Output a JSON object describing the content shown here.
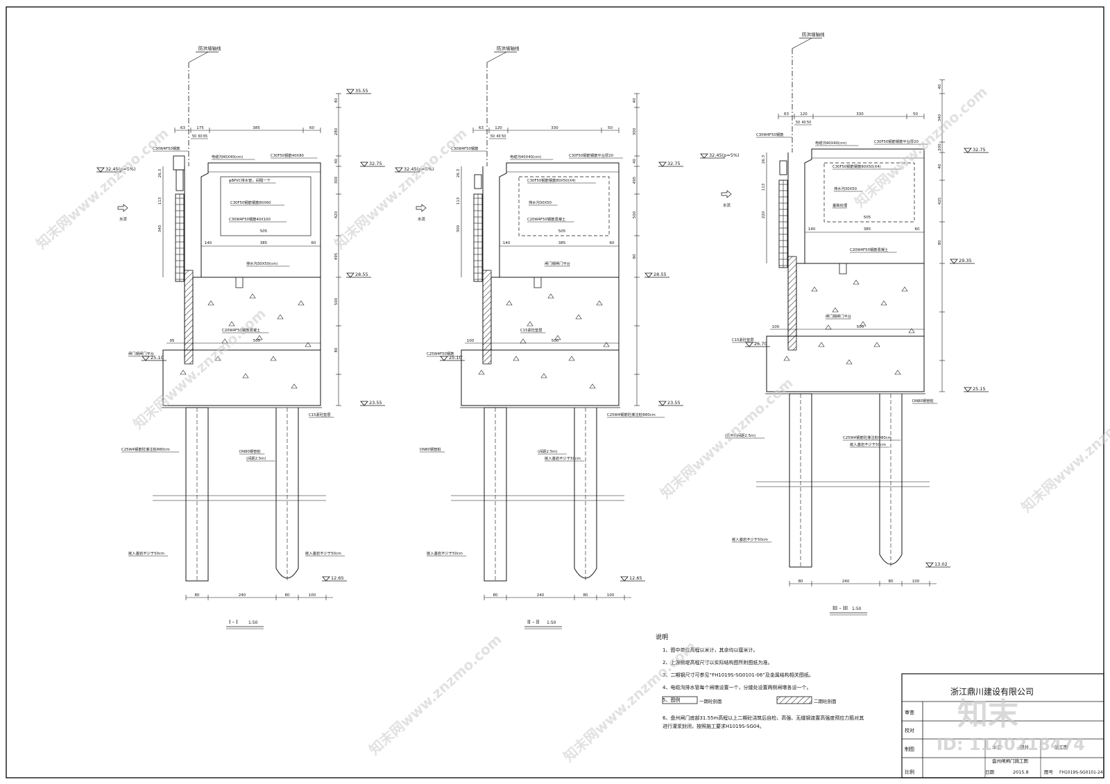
{
  "sections": [
    {
      "axis_label": "防洪墙轴线",
      "title": "I - I",
      "scale": "1:50",
      "elev_top": "35.55",
      "elev_deck": "32.75",
      "elev_water": "32.45(p=5%)",
      "elev_mid": "28.55",
      "elev_bottom": "23.55",
      "elev_platform": "25.10",
      "elev_pile": "12.65",
      "flow_label": "水流",
      "labels": [
        "C30W4F50钢筋",
        "电缆沟40X40(cm)",
        "C30F50钢筋40X80",
        "φ8PVC排水管，间隔一个",
        "C30F50钢筋钢筋80X60",
        "C30W4F50钢筋40X100",
        "排水沟30X50(cm)",
        "C20W4F50钢筋混凝土",
        "闸门钢闸门平台",
        "C15素砼垫层",
        "C25W4钢筋砼灌注桩Φ80cm",
        "DN80钢管桩",
        "(间距2.5m)",
        "嵌入基岩不少于50cm",
        "嵌入基岩不少于50cm"
      ],
      "dims_top": [
        "63",
        "175",
        "385",
        "60"
      ],
      "dims_top2": [
        "50",
        "60",
        "65"
      ],
      "dims_mid": [
        "505",
        "140",
        "385",
        "60"
      ],
      "dims_low": [
        "95",
        "505"
      ],
      "dims_left": [
        "340",
        "113",
        "26.3"
      ],
      "dims_right": [
        "40",
        "280",
        "40",
        "300",
        "420",
        "495",
        "500",
        "80"
      ],
      "dims_bottom": [
        "80",
        "240",
        "80",
        "100"
      ]
    },
    {
      "axis_label": "防洪墙轴线",
      "title": "II - II",
      "scale": "1:50",
      "elev_deck": "32.75",
      "elev_water": "32.45(p=5%)",
      "elev_mid": "28.55",
      "elev_bottom": "23.55",
      "elev_platform": "25.10",
      "elev_pile": "12.65",
      "flow_label": "水流",
      "labels": [
        "C30W4F50钢筋",
        "电缆沟40X40(cm)",
        "C30F50钢筋钢筋平台厚20",
        "C30F50钢筋钢筋80X50(X4)",
        "排水沟30X50",
        "C20W4F50钢筋混凝土",
        "闸门钢闸门平台",
        "C15素砼垫层",
        "C25W4F50钢筋",
        "C25W4钢筋砼灌注桩Φ80cm",
        "DN80钢管桩",
        "(间距2.5m)",
        "嵌入基岩不少于50cm",
        "嵌入基岩不少于50cm"
      ],
      "dims_top": [
        "63",
        "120",
        "330",
        "50"
      ],
      "dims_top2": [
        "50",
        "40",
        "50"
      ],
      "dims_mid": [
        "505",
        "140",
        "385",
        "60"
      ],
      "dims_low": [
        "100",
        "500"
      ],
      "dims_left": [
        "300",
        "113",
        "26.3"
      ],
      "dims_right": [
        "40",
        "300",
        "40",
        "495",
        "500",
        "80"
      ],
      "dims_bottom": [
        "80",
        "240",
        "80",
        "100"
      ]
    },
    {
      "axis_label": "防洪墙轴线",
      "title": "III - III",
      "scale": "1:50",
      "elev_deck": "32.75",
      "elev_water": "32.45(p=5%)",
      "elev_mid": "29.35",
      "elev_bottom": "25.15",
      "elev_platform": "26.70",
      "elev_pile": "13.02",
      "flow_label": "水流",
      "labels": [
        "C30W4F50钢筋",
        "电缆沟40X40(cm)",
        "C30F50钢筋钢筋平台厚20",
        "C30F50钢筋钢筋80X50(X4)",
        "排水沟30X50",
        "基础处理",
        "C20W4F50钢筋混凝土",
        "闸门钢闸门平台",
        "C15素砼垫层",
        "DN80钢管桩",
        "(孔平均间距2.5m)",
        "C25W4钢筋砼灌注桩Φ80cm",
        "嵌入基岩不少于50cm",
        "嵌入基岩不少于50cm"
      ],
      "dims_top": [
        "63",
        "120",
        "330",
        "50"
      ],
      "dims_top2": [
        "50",
        "40",
        "50"
      ],
      "dims_mid": [
        "505",
        "140",
        "385",
        "60"
      ],
      "dims_low": [
        "100",
        "500"
      ],
      "dims_left": [
        "220",
        "113",
        "26.3"
      ],
      "dims_right": [
        "40",
        "340",
        "200",
        "40",
        "425",
        "80"
      ],
      "dims_bottom": [
        "80",
        "240",
        "80",
        "100"
      ]
    }
  ],
  "notes": {
    "heading": "说明",
    "items": [
      "1、图中单位高程以米计，其余均以厘米计。",
      "2、上游侧堤高程尺寸以实际结构图所附图纸为准。",
      "3、二期钢尺寸可参见“FH1019S-SG0101-06”及金属结构相关图纸。",
      "4、电缆沟排水管每个闸墩设置一个，分缝处设置两侧闸墩各设一个。",
      "5、图例"
    ],
    "legend1": "一期砼剖面",
    "legend2": "二期砼剖面",
    "item6": "6、盘州闸门底部31.55m高程以上二期砼浇筑后自检、高强、无缝钢渡置高强度预应力筋对其进行灌浆封闭，按照施工要求H1019S-SG04。"
  },
  "title_block": {
    "company": "浙江鼎川建设有限公司",
    "rows": [
      "审查",
      "校对",
      "制图",
      "比例"
    ],
    "mid1": "水工",
    "mid2": "部分",
    "stage": "施工图",
    "sub": "盘州闸闸门施工图",
    "date_label": "日期",
    "date": "2015.8",
    "no_label": "图号",
    "drawing_no": "FH1019S-SG0101-24"
  },
  "watermark": {
    "site": "www.znzmo.com",
    "brand": "知末网",
    "logo": "知末",
    "id": "ID: 1140218474"
  }
}
